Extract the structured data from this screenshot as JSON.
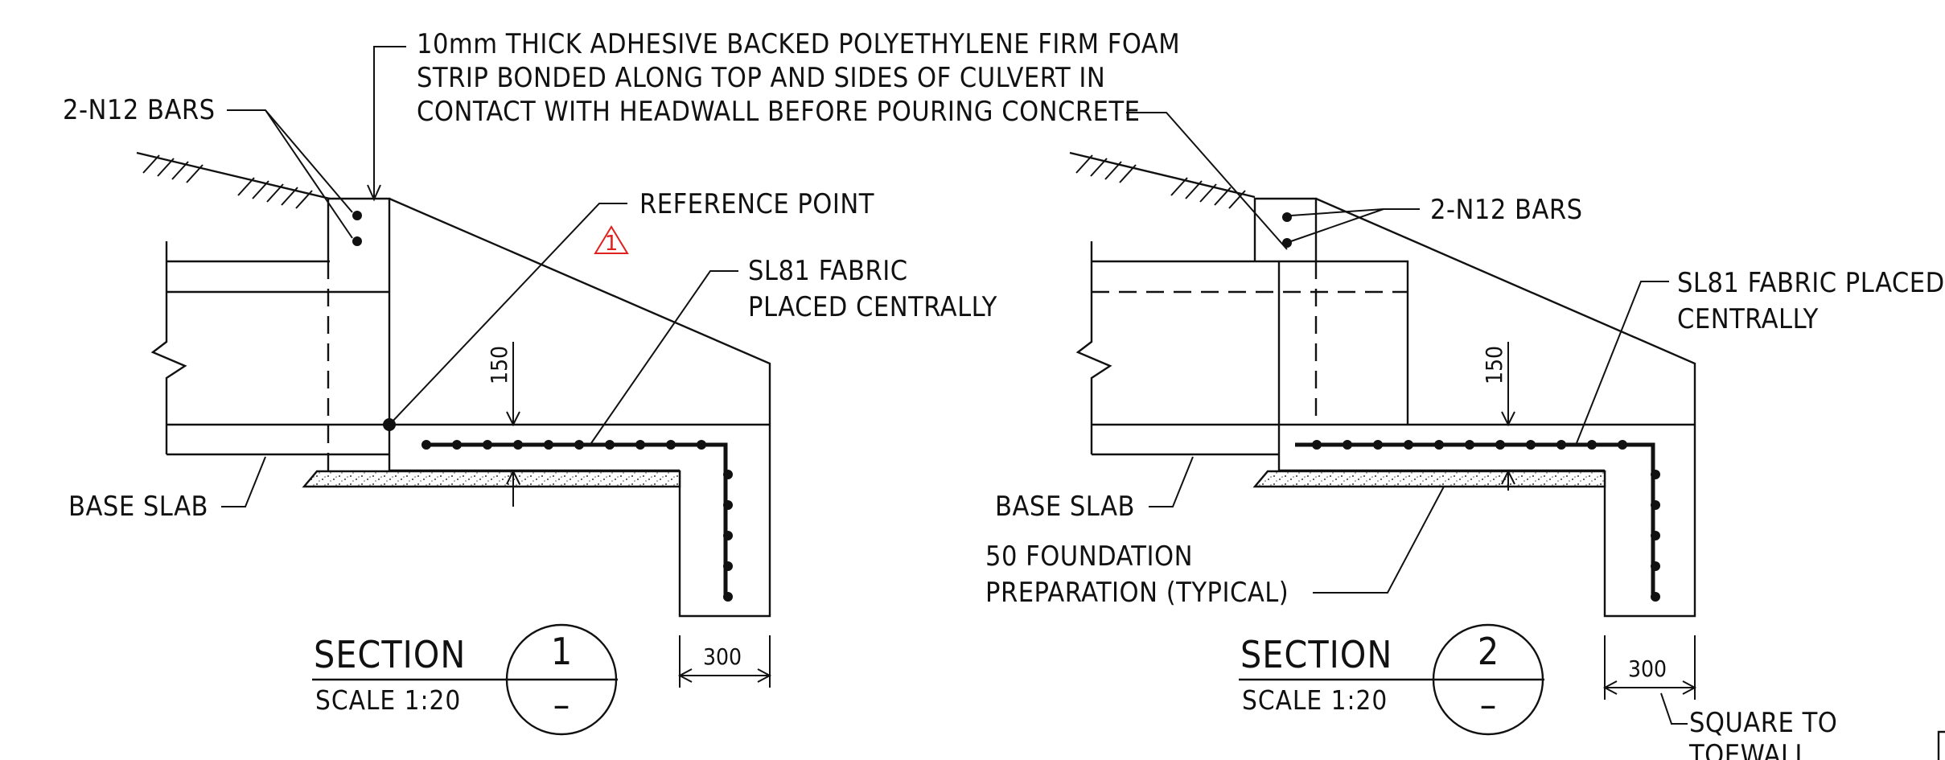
{
  "notes": {
    "foam_strip_line1": "10mm THICK ADHESIVE BACKED POLYETHYLENE FIRM FOAM",
    "foam_strip_line2": "STRIP BONDED ALONG TOP AND SIDES OF CULVERT IN",
    "foam_strip_line3": "CONTACT WITH HEADWALL BEFORE POURING CONCRETE",
    "bars_left": "2-N12 BARS",
    "bars_right": "2-N12 BARS",
    "reference_point": "REFERENCE POINT",
    "fabric_left_line1": "SL81 FABRIC",
    "fabric_left_line2": "PLACED CENTRALLY",
    "fabric_right_line1": "SL81 FABRIC PLACED",
    "fabric_right_line2": "CENTRALLY",
    "base_slab_left": "BASE SLAB",
    "base_slab_right": "BASE SLAB",
    "foundation_line1": "50 FOUNDATION",
    "foundation_line2": "PREPARATION (TYPICAL)",
    "square_line1": "SQUARE TO",
    "square_line2": "TOEWALL"
  },
  "dimensions": {
    "left_vertical": "150",
    "right_vertical": "150",
    "left_width": "300",
    "right_width": "300"
  },
  "revision": {
    "number": "1",
    "color": "#e0201c"
  },
  "sections": [
    {
      "label": "SECTION",
      "scale": "SCALE 1:20",
      "number": "1",
      "sheet": "–"
    },
    {
      "label": "SECTION",
      "scale": "SCALE 1:20",
      "number": "2",
      "sheet": "–"
    }
  ]
}
